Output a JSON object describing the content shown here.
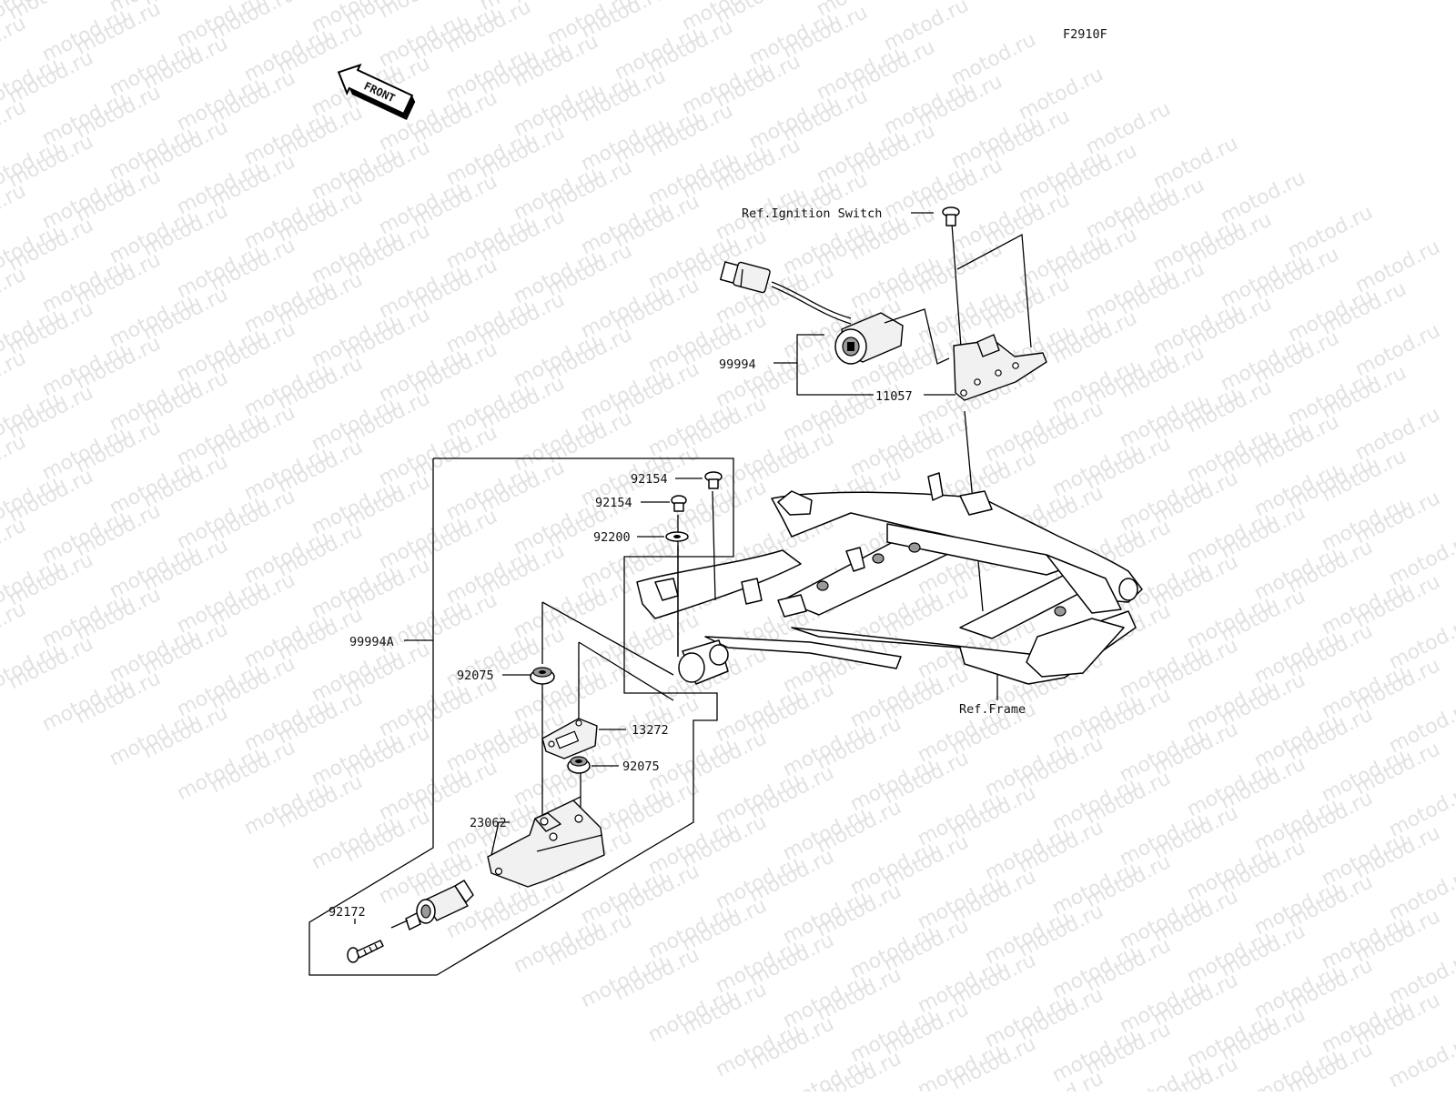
{
  "diagram": {
    "code": "F2910F",
    "watermark_text": "motod.ru",
    "front_label": "FRONT",
    "labels": {
      "ref_ignition_switch": "Ref.Ignition Switch",
      "p99994": "99994",
      "p11057": "11057",
      "p92154_a": "92154",
      "p92154_b": "92154",
      "p92200": "92200",
      "p99994A": "99994A",
      "p92075_a": "92075",
      "p13272": "13272",
      "p92075_b": "92075",
      "p23062": "23062",
      "p92172": "92172",
      "ref_frame": "Ref.Frame"
    }
  }
}
